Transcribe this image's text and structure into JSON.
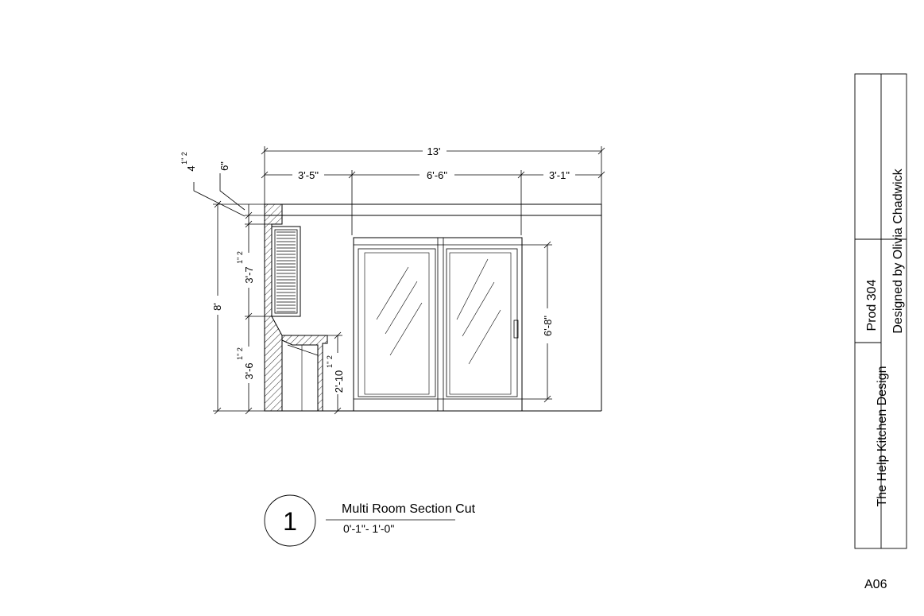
{
  "drawing": {
    "dimensions": {
      "overall_width": "13'",
      "left_width": "3'-5\"",
      "door_width": "6'-6\"",
      "right_width": "3'-1\"",
      "total_height": "8'",
      "beam_small": "4",
      "beam_small_frac": "1\" 2",
      "beam_depth": "6\"",
      "upper_height": "3'-7",
      "upper_height_frac": "1\" 2",
      "lower_height": "3'-6",
      "lower_height_frac": "1\" 2",
      "counter_height": "2'-10",
      "counter_height_frac": "1\" 2",
      "door_height": "6'-8\""
    }
  },
  "section_label": {
    "number": "1",
    "title": "Multi Room Section Cut",
    "scale": "0'-1\"- 1'-0\""
  },
  "title_block": {
    "project_name": "The Help Kitchen Design",
    "course": "Prod 304",
    "designer": "Designed by Olivia Chadwick"
  },
  "sheet_number": "A06"
}
